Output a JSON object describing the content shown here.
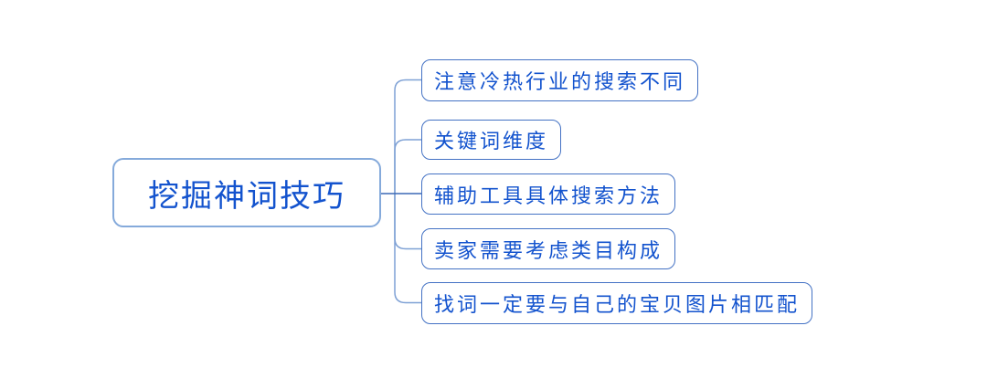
{
  "diagram": {
    "type": "mindmap",
    "root": {
      "label": "挖掘神词技巧"
    },
    "children": [
      {
        "label": "注意冷热行业的搜索不同"
      },
      {
        "label": "关键词维度"
      },
      {
        "label": "辅助工具具体搜索方法"
      },
      {
        "label": "卖家需要考虑类目构成"
      },
      {
        "label": "找词一定要与自己的宝贝图片相匹配"
      }
    ],
    "colors": {
      "background": "#FFFFFF",
      "root_border": "#85AADB",
      "child_border": "#4472C4",
      "text": "#1353CE",
      "branch_line": "#7EA1D5",
      "center_line": "#3B69B5"
    }
  }
}
